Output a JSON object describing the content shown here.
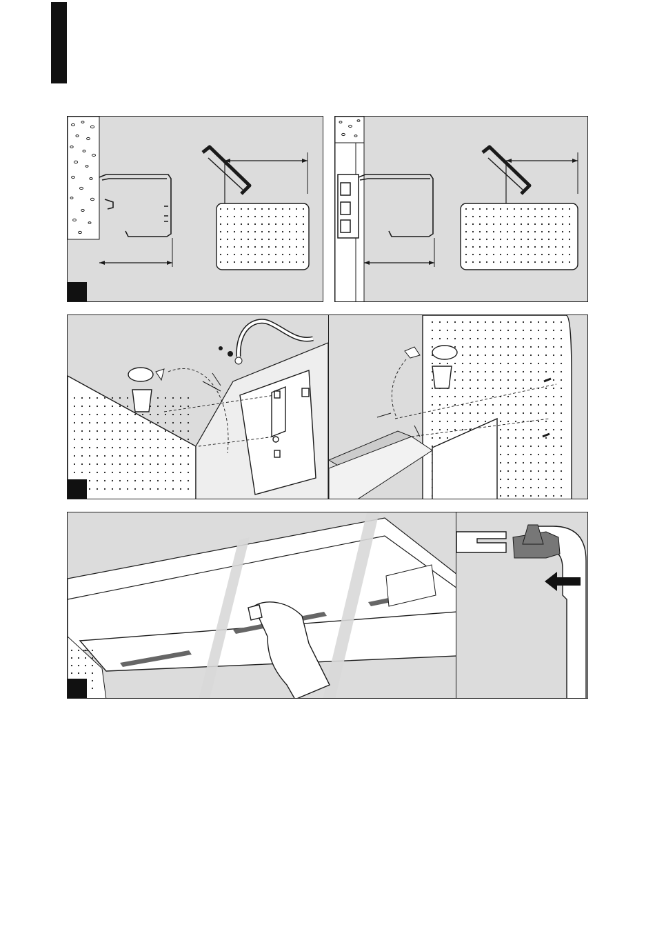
{
  "page": {
    "side_tab": "section-tab",
    "background": "#ffffff",
    "panel_fill": "#dcdcdc",
    "ink": "#1a1a1a"
  },
  "figures": [
    {
      "id": "fig-1a",
      "icon": "saw-icon",
      "badge": "step-badge"
    },
    {
      "id": "fig-1b",
      "icon": "saw-icon"
    },
    {
      "id": "fig-2a",
      "icon": "screw-icon",
      "badge": "step-badge"
    },
    {
      "id": "fig-2b",
      "icon": "clip-icon"
    },
    {
      "id": "fig-3a",
      "icon": "hand-icon",
      "badge": "step-badge"
    },
    {
      "id": "fig-3b",
      "icon": "arrow-left-icon"
    }
  ]
}
